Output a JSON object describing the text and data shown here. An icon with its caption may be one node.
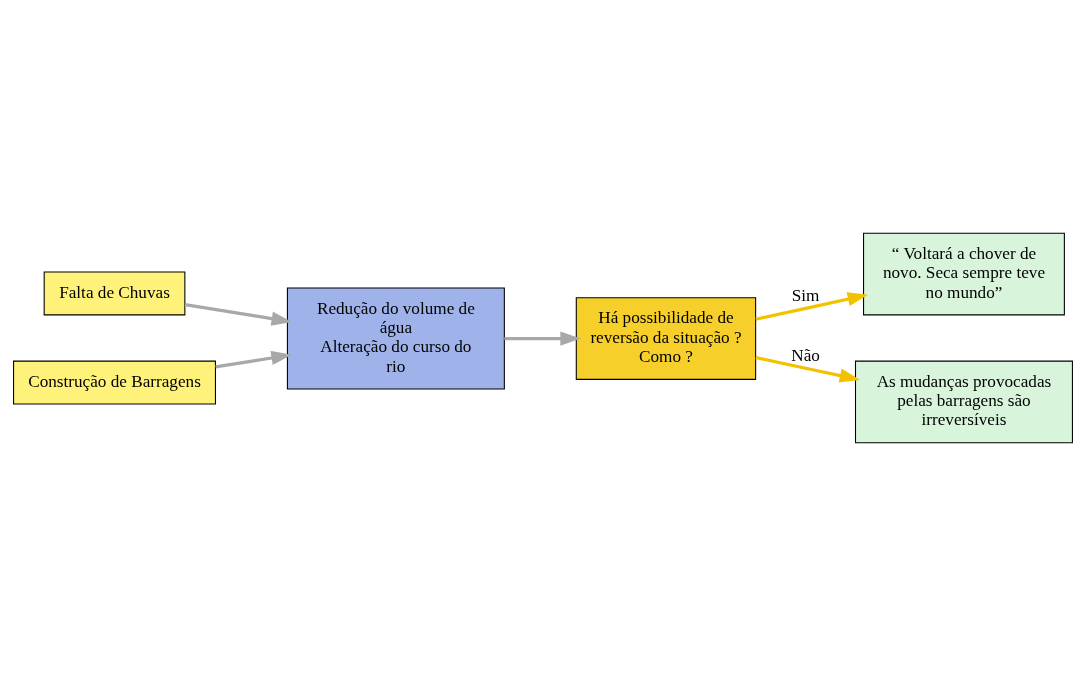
{
  "diagram": {
    "nodes": [
      {
        "text": [
          "Falta de Chuvas"
        ]
      },
      {
        "text": [
          "Construção de Barragens"
        ]
      },
      {
        "text": [
          "Redução do volume de água",
          "Alteração do curso do rio"
        ]
      },
      {
        "text": [
          "Há possibilidade de reversão da situação ? Como ?"
        ]
      },
      {
        "text": [
          "“ Voltará a chover de novo. Seca sempre teve no mundo”"
        ]
      },
      {
        "text": [
          "As mudanças provocadas pelas barragens são irreversíveis"
        ]
      }
    ],
    "edges": [
      {
        "from": 0,
        "to": 2,
        "arrow": "to"
      },
      {
        "from": 1,
        "to": 2,
        "arrow": "to"
      },
      {
        "from": 2,
        "to": 3,
        "arrow": "to"
      },
      {
        "from": 3,
        "to": 4,
        "arrow": "to",
        "label": "Sim",
        "color": "#f2c200"
      },
      {
        "from": 3,
        "to": 5,
        "arrow": "to",
        "label": "Não",
        "color": "#f2c200"
      }
    ]
  }
}
